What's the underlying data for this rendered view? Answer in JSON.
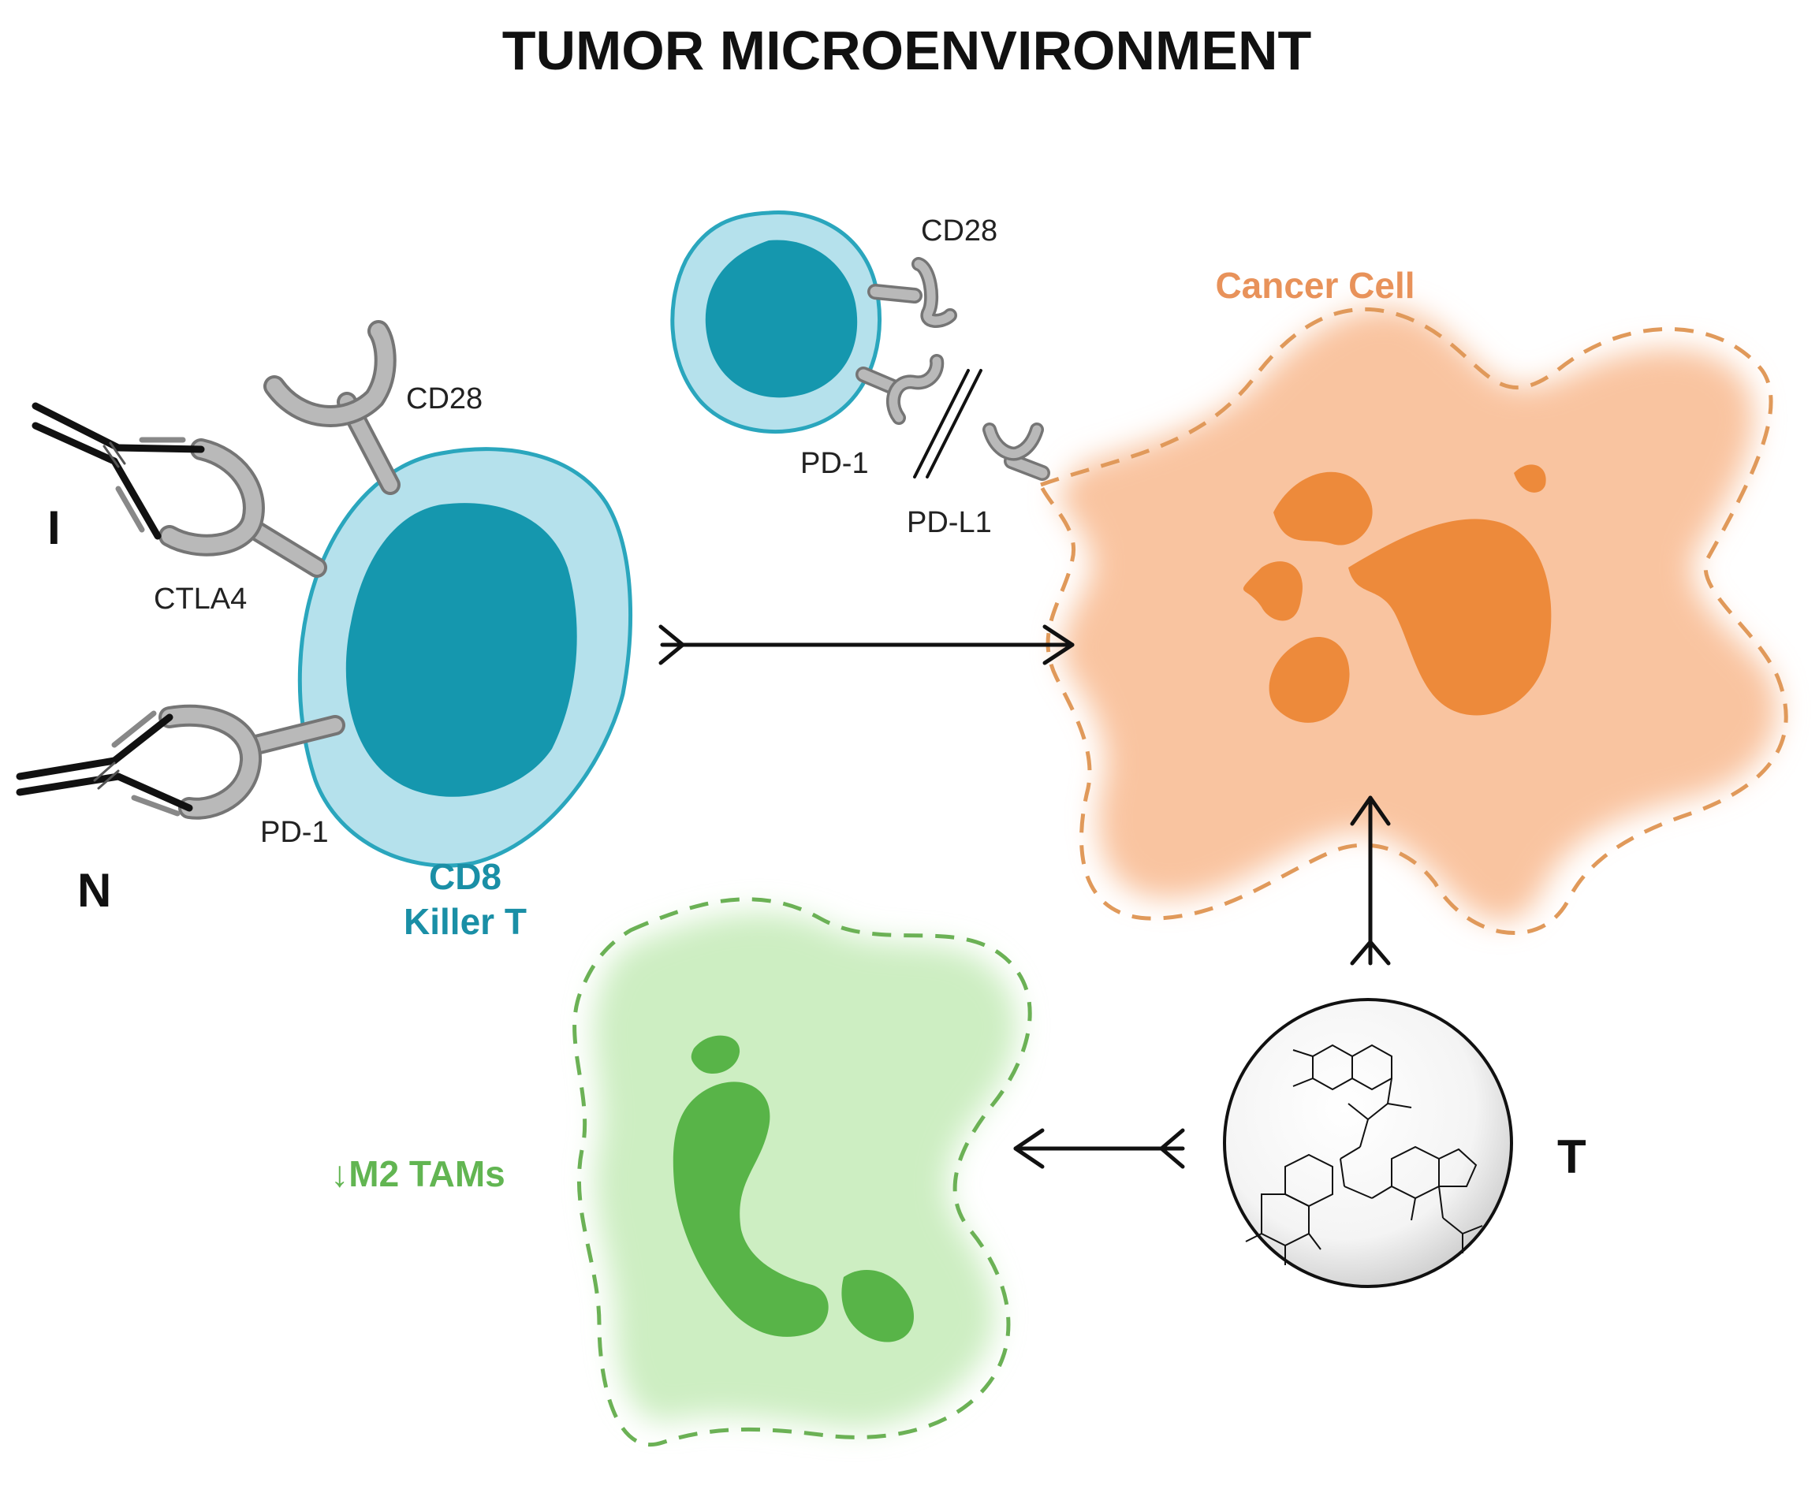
{
  "title": "TUMOR MICROENVIRONMENT",
  "labels": {
    "cd28_left": "CD28",
    "ctla4": "CTLA4",
    "pd1_left": "PD-1",
    "cd28_top": "CD28",
    "pd1_top": "PD-1",
    "pdl1": "PD-L1",
    "cancer_cell": "Cancer Cell",
    "cd8_line1": "CD8",
    "cd8_line2": "Killer T",
    "m2_tams": "↓M2 TAMs",
    "letter_i": "I",
    "letter_n": "N",
    "letter_t": "T"
  },
  "colors": {
    "tcell_membrane": "#b5e1ec",
    "tcell_outline": "#2aa6bd",
    "tcell_nucleus": "#1597ae",
    "tcell_label": "#1a8fa6",
    "cancer_fill": "#f9c4a0",
    "cancer_outline": "#e0995a",
    "cancer_nucleus": "#ed8a3b",
    "cancer_label": "#e8925a",
    "tam_fill": "#cdeec2",
    "tam_outline": "#6bb155",
    "tam_nucleus": "#58b448",
    "tam_label": "#62b552",
    "receptor": "#b9b9b9",
    "receptor_outline": "#757575",
    "antibody": "#111111"
  }
}
